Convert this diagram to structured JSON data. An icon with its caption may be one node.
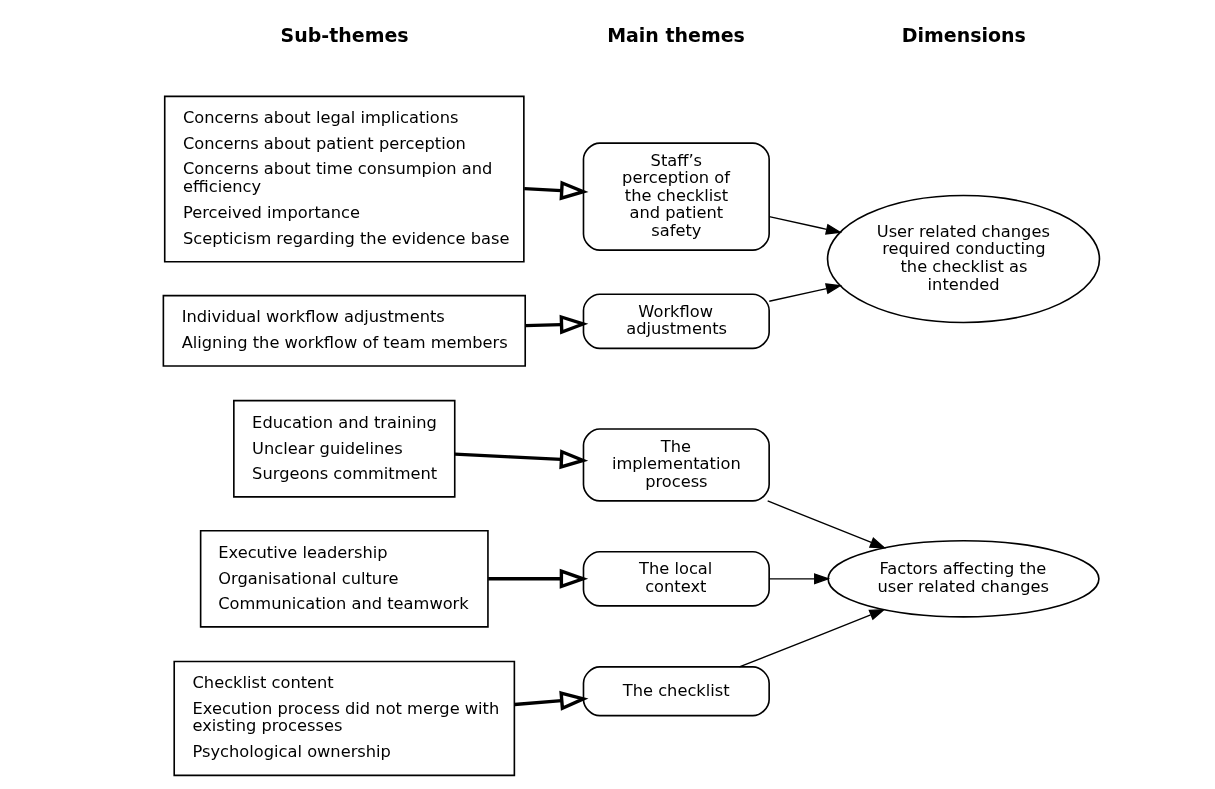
{
  "diagram": {
    "nodes": [
      {
        "text": [
          "Concerns about legal implications",
          "Concerns about patient perception",
          "Concerns about time consumpion and efficiency",
          "Perceived importance",
          "Scepticism regarding the evidence base"
        ]
      },
      {
        "text": [
          "Individual workflow adjustments",
          "Aligning the workflow of team members"
        ]
      },
      {
        "text": [
          "Checklist content",
          "Execution process did not merge with existing processes",
          "Psychological ownership"
        ]
      },
      {
        "text": [
          "Education and training",
          "Unclear guidelines",
          "Surgeons commitment"
        ]
      },
      {
        "text": [
          "Executive leadership",
          "Organisational culture",
          "Communication and teamwork"
        ]
      },
      {
        "text": [
          "Staff’s perception of the checklist and patient safety"
        ]
      },
      {
        "text": [
          "Workflow adjustments"
        ]
      },
      {
        "text": [
          "The checklist"
        ]
      },
      {
        "text": [
          "The implementation process"
        ]
      },
      {
        "text": [
          "The local context"
        ]
      },
      {
        "text": [
          "User related changes required conducting the checklist as intended"
        ]
      },
      {
        "text": [
          "Factors affecting the user related changes"
        ]
      }
    ],
    "edges": [
      {
        "from": 0,
        "to": 5,
        "arrow": "to",
        "style": "thick"
      },
      {
        "from": 1,
        "to": 6,
        "arrow": "to",
        "style": "thick"
      },
      {
        "from": 2,
        "to": 7,
        "arrow": "to",
        "style": "thick"
      },
      {
        "from": 3,
        "to": 8,
        "arrow": "to",
        "style": "thick"
      },
      {
        "from": 4,
        "to": 9,
        "arrow": "to",
        "style": "thick"
      },
      {
        "from": 5,
        "to": 10,
        "arrow": "to"
      },
      {
        "from": 6,
        "to": 10,
        "arrow": "to"
      },
      {
        "from": 7,
        "to": 11,
        "arrow": "to"
      },
      {
        "from": 8,
        "to": 11,
        "arrow": "to"
      },
      {
        "from": 9,
        "to": 11,
        "arrow": "to"
      }
    ],
    "labels": [
      "Sub-themes",
      "Main themes",
      "Dimensions"
    ]
  }
}
